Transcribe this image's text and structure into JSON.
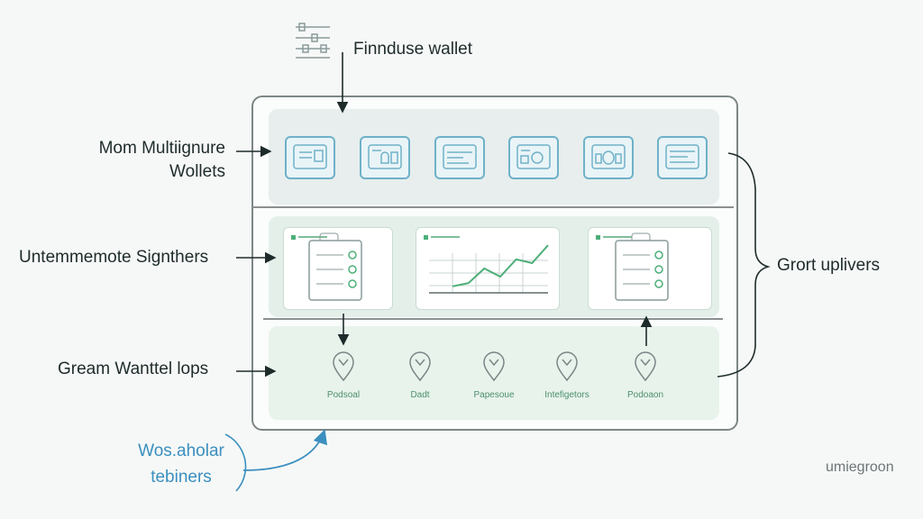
{
  "top_label": "Finnduse wallet",
  "left_labels": {
    "row1_line1": "Mom Multiignure",
    "row1_line2": "Wollets",
    "row2": "Untemmemote Signthers",
    "row3": "Gream Wanttel lops"
  },
  "right_label": "Grort uplivers",
  "bottom_left_line1": "Wos.aholar",
  "bottom_left_line2": "tebiners",
  "watermark": "umiegroon",
  "wallet_icons": [
    "wallet-card-icon",
    "wallet-lock-icon",
    "wallet-card-icon",
    "wallet-lock-icon",
    "wallet-lock-icon",
    "wallet-card-icon"
  ],
  "pins": [
    {
      "label": "Podsoal"
    },
    {
      "label": "Dadt"
    },
    {
      "label": "Papesoue"
    },
    {
      "label": "Intefigetors"
    },
    {
      "label": "Podoaon"
    }
  ],
  "chart_line": [
    0.12,
    0.18,
    0.45,
    0.3,
    0.62,
    0.55,
    0.88
  ],
  "colors": {
    "accent_blue": "#3b8fbf",
    "accent_green": "#4caf78",
    "border": "#7d8686"
  }
}
